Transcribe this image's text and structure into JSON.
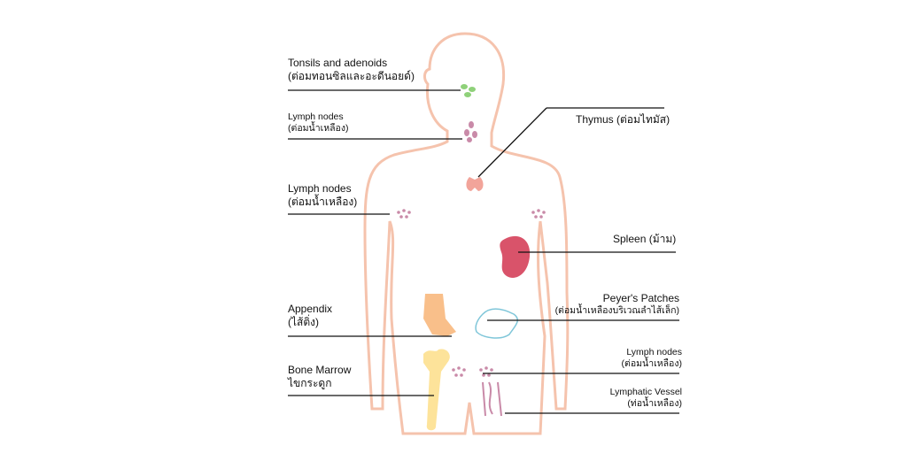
{
  "labels": {
    "tonsils": {
      "en": "Tonsils and adenoids",
      "th": "(ต่อมทอนซิลและอะดีนอยด์)"
    },
    "lymph_neck": {
      "en": "Lymph nodes",
      "th": "(ต่อมน้ำเหลือง)"
    },
    "thymus": {
      "en": "Thymus (ต่อมไทมัส)"
    },
    "lymph_armpit": {
      "en": "Lymph nodes",
      "th": "(ต่อมน้ำเหลือง)"
    },
    "spleen": {
      "en": "Spleen (ม้าม)"
    },
    "appendix": {
      "en": "Appendix",
      "th": "(ไส้ติ่ง)"
    },
    "peyers": {
      "en": "Peyer's Patches",
      "th": "(ต่อมน้ำเหลืองบริเวณลำไส้เล็ก)"
    },
    "bone_marrow": {
      "en": "Bone Marrow",
      "th": "ไขกระดูก"
    },
    "lymph_groin": {
      "en": "Lymph nodes",
      "th": "(ต่อมน้ำเหลือง)"
    },
    "lymphatic_vessel": {
      "en": "Lymphatic Vessel",
      "th": "(ท่อน้ำเหลือง)"
    }
  },
  "colors": {
    "outline": "#f5c3ad",
    "tonsil": "#8fd17a",
    "node": "#c98aa8",
    "thymus": "#f2a49a",
    "spleen": "#d9536a",
    "appendix": "#f9bf8a",
    "peyer": "#7fc6d9",
    "marrow": "#fde39a",
    "vessel": "#c98aa8"
  }
}
